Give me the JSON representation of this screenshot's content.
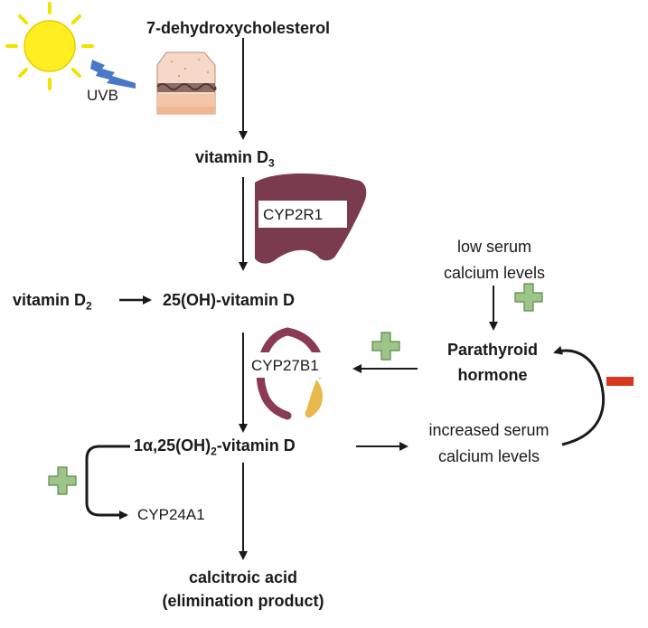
{
  "nodes": {
    "dehydroxy": "7-dehydroxycholesterol",
    "uvb": "UVB",
    "vitd3_main": "vitamin D",
    "vitd3_sub": "3",
    "vitd2_main": "vitamin D",
    "vitd2_sub": "2",
    "oh_vitd": "25(OH)-vitamin D",
    "cyp2r1": "CYP2R1",
    "cyp27b1": "CYP27B1",
    "calcitriol_pre": "1α,25(OH)",
    "calcitriol_sub": "2",
    "calcitriol_post": "-vitamin D",
    "cyp24a1": "CYP24A1",
    "calcitroic_line1": "calcitroic acid",
    "calcitroic_line2": "(elimination product)",
    "low_ca_line1": "low serum",
    "low_ca_line2": "calcium levels",
    "pth_line1": "Parathyroid",
    "pth_line2": "hormone",
    "inc_ca_line1": "increased serum",
    "inc_ca_line2": "calcium levels"
  },
  "colors": {
    "plus": "#9dc489",
    "plus_border": "#5a8a4a",
    "minus": "#d9381e",
    "sun": "#ffee22",
    "uvb_ray": "#4a78c8",
    "liver": "#7a3b4e",
    "kidney": "#8b3a55"
  }
}
